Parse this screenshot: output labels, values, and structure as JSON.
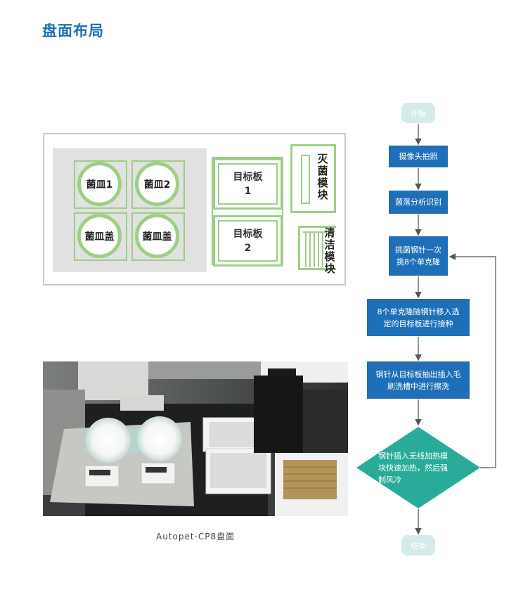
{
  "page": {
    "title": "盘面布局"
  },
  "layout": {
    "dishes": [
      "菌皿1",
      "菌皿2",
      "菌皿盖",
      "菌皿盖"
    ],
    "plate1": {
      "name": "目标板",
      "num": "1"
    },
    "plate2": {
      "name": "目标板",
      "num": "2"
    },
    "sterilize": [
      "灭",
      "菌",
      "模",
      "块"
    ],
    "clean": [
      "清",
      "洁",
      "模",
      "块"
    ]
  },
  "photo": {
    "caption": "Autopet-CP8盘面"
  },
  "flow": {
    "start": "开始",
    "step1": "摄像头拍照",
    "step2": "菌落分析识别",
    "step3": [
      "挑菌钢针一次",
      "挑8个单克隆"
    ],
    "step4": [
      "8个单克隆随钢针移入选",
      "定的目标板进行接种"
    ],
    "step5": [
      "钢针从目标板抽出插入毛",
      "刷洗槽中进行擦洗"
    ],
    "decision": [
      "钢针插入无线加热模",
      "块快速加热，然后强",
      "制风冷"
    ],
    "end": "结束"
  },
  "colors": {
    "accent": "#1f6fb8",
    "green": "#9dcf85",
    "teal": "#2aab9a",
    "terminal": "#d3ece9"
  }
}
